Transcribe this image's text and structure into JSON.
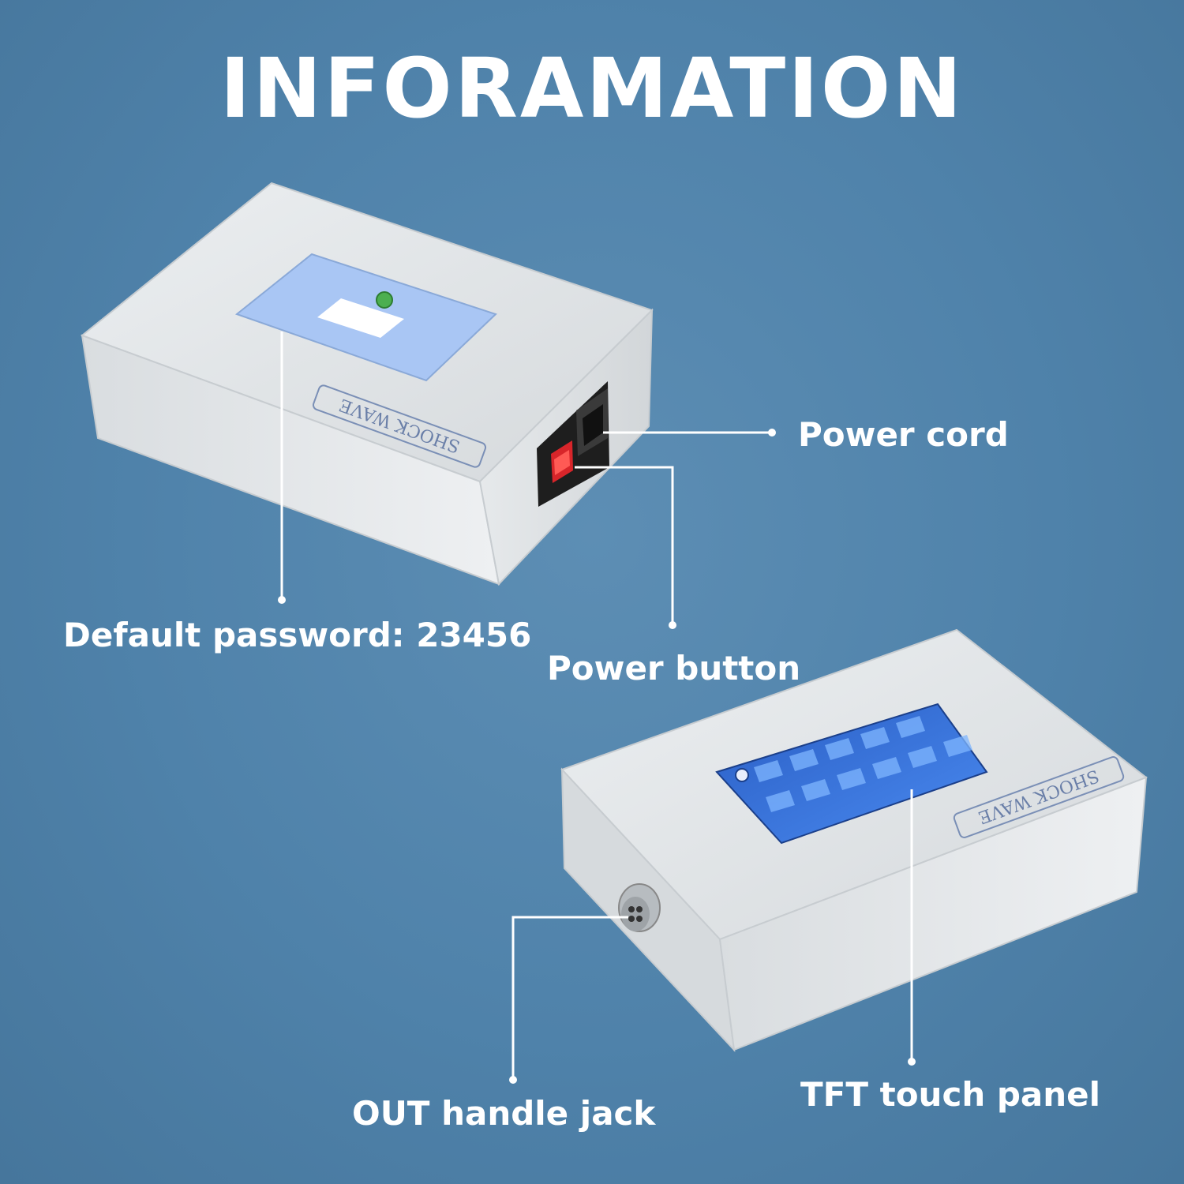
{
  "title": "INFORAMATION",
  "labels": {
    "power_cord": "Power cord",
    "password": "Default password: 23456",
    "power_button": "Power button",
    "out_jack": "OUT handle jack",
    "tft_panel": "TFT touch panel"
  },
  "device_brand": "SHOCK WAVE",
  "colors": {
    "background": "#5487ae",
    "device_body": "#dfe3e6",
    "screen": "#a8c4f2",
    "touch_panel": "#2f6bd1",
    "switch": "#d8252a",
    "text": "#ffffff"
  },
  "icons": [
    "power-socket-icon",
    "power-switch-icon",
    "connector-jack-icon",
    "status-led-icon"
  ]
}
